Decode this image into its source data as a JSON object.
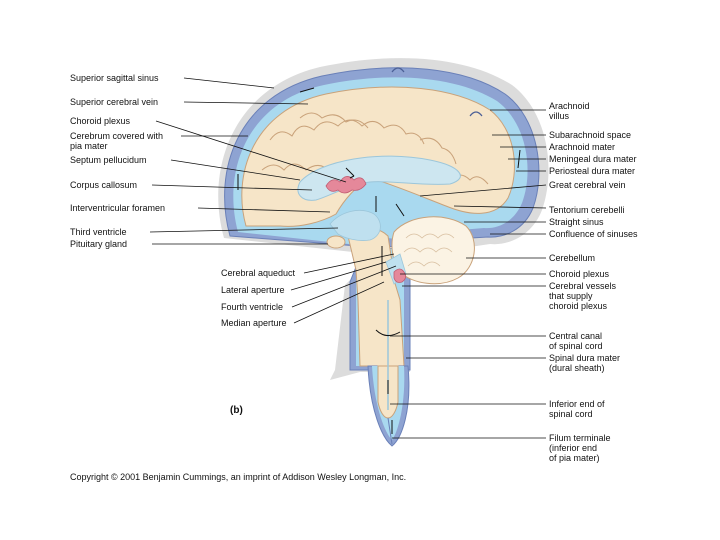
{
  "figure": {
    "panel_label": "(b)",
    "copyright": "Copyright © 2001 Benjamin Cummings, an imprint of Addison Wesley Longman, Inc."
  },
  "labels": {
    "left": {
      "superior_sagittal_sinus": "Superior sagittal sinus",
      "superior_cerebral_vein": "Superior cerebral vein",
      "choroid_plexus": "Choroid plexus",
      "cerebrum_pia": "Cerebrum covered with\npia mater",
      "septum_pellucidum": "Septum pellucidum",
      "corpus_callosum": "Corpus callosum",
      "interventricular_foramen": "Interventricular foramen",
      "third_ventricle": "Third ventricle",
      "pituitary_gland": "Pituitary gland",
      "cerebral_aqueduct": "Cerebral aqueduct",
      "lateral_aperture": "Lateral aperture",
      "fourth_ventricle": "Fourth ventricle",
      "median_aperture": "Median aperture"
    },
    "right": {
      "arachnoid_villus": "Arachnoid\nvillus",
      "subarachnoid_space": "Subarachnoid space",
      "arachnoid_mater": "Arachnoid mater",
      "meningeal_dura": "Meningeal dura mater",
      "periosteal_dura": "Periosteal dura mater",
      "great_cerebral_vein": "Great cerebral vein",
      "tentorium_cerebelli": "Tentorium cerebelli",
      "straight_sinus": "Straight sinus",
      "confluence_sinuses": "Confluence of sinuses",
      "cerebellum": "Cerebellum",
      "choroid_plexus_2": "Choroid plexus",
      "cerebral_vessels": "Cerebral vessels\nthat supply\nchoroid plexus",
      "central_canal": "Central canal\nof spinal cord",
      "spinal_dura": "Spinal dura mater\n(dural sheath)",
      "inferior_end": "Inferior end of\nspinal cord",
      "filum_terminale": "Filum terminale\n(inferior end\nof pia mater)"
    }
  },
  "colors": {
    "dura": "#7f97c9",
    "dura_light": "#b9c8e6",
    "csf": "#a9d9ef",
    "brain": "#f6e5c8",
    "brain_line": "#c9a27a",
    "plexus": "#e5889a",
    "ventricle": "#bfe0ef",
    "skull_grey": "#d7d7d7"
  }
}
